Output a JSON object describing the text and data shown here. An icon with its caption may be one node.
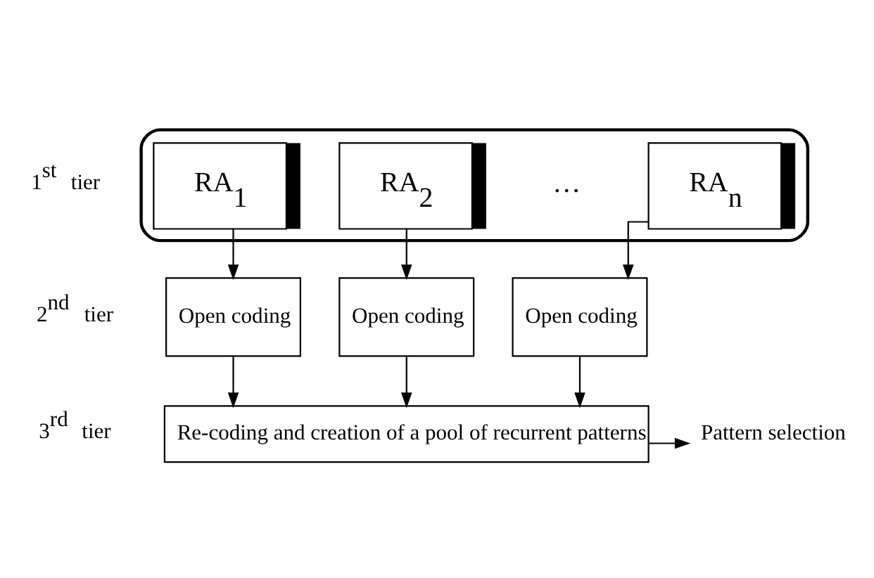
{
  "diagram": {
    "nodes": [
      {
        "text": [],
        "shape": "box"
      },
      {
        "text": [
          "RA$_{1}$"
        ],
        "in": 0
      },
      {
        "text": [
          "RA$_{2}$"
        ],
        "in": 0
      },
      {
        "text": [
          "RA$_{n}$"
        ],
        "in": 0
      },
      {
        "text": [
          "Open coding"
        ]
      },
      {
        "text": [
          "Open coding"
        ]
      },
      {
        "text": [
          "Open coding"
        ]
      },
      {
        "text": [
          "Re-coding and creation of a pool of recurrent patterns"
        ]
      },
      {
        "text": [
          "Pattern selection"
        ]
      }
    ],
    "edges": [
      {
        "from": 1,
        "to": 4,
        "arrow": "to"
      },
      {
        "from": 2,
        "to": 5,
        "arrow": "to"
      },
      {
        "from": 3,
        "to": 6,
        "arrow": "to"
      },
      {
        "from": 4,
        "to": 7,
        "arrow": "to"
      },
      {
        "from": 5,
        "to": 7,
        "arrow": "to"
      },
      {
        "from": 6,
        "to": 7,
        "arrow": "to"
      },
      {
        "from": 7,
        "to": 8,
        "arrow": "to"
      }
    ],
    "labels": [
      "1$^{st}$ tier",
      "…",
      "2$^{nd}$ tier",
      "3$^{rd}$ tier"
    ]
  }
}
